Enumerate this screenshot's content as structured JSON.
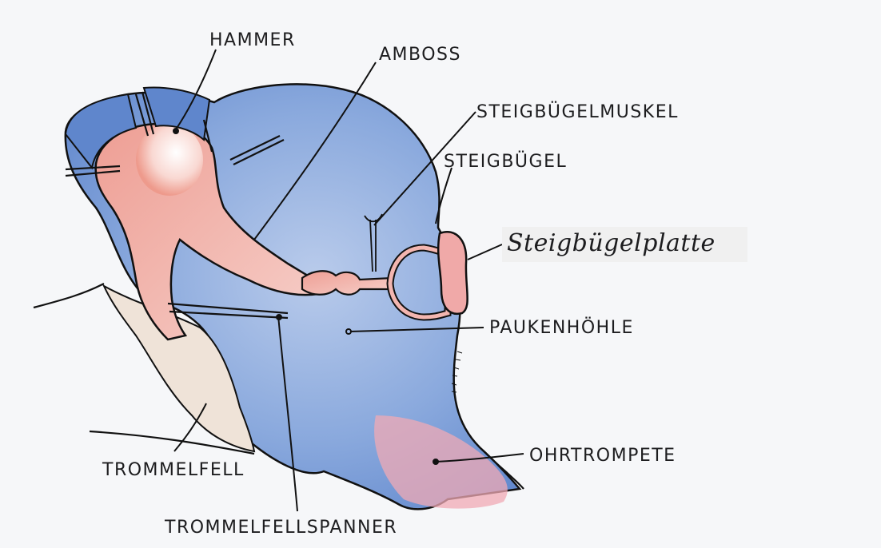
{
  "diagram": {
    "labels": {
      "hammer": "HAMMER",
      "amboss": "AMBOSS",
      "steigbuegelmuskel": "STEIGBÜGELMUSKEL",
      "steigbuegel": "STEIGBÜGEL",
      "steigbuegelplatte": "Steigbügelplatte",
      "paukenhoehle": "PAUKENHÖHLE",
      "ohrtrompete": "OHRTROMPETE",
      "trommelfell": "TROMMELFELL",
      "trommelfellspanner": "TROMMELFELLSPANNER"
    },
    "colors": {
      "cavity_blue": "#6f93d2",
      "bone_pink": "#f0b4ae",
      "membrane_cream": "#efe3d8",
      "outline": "#111111"
    }
  }
}
